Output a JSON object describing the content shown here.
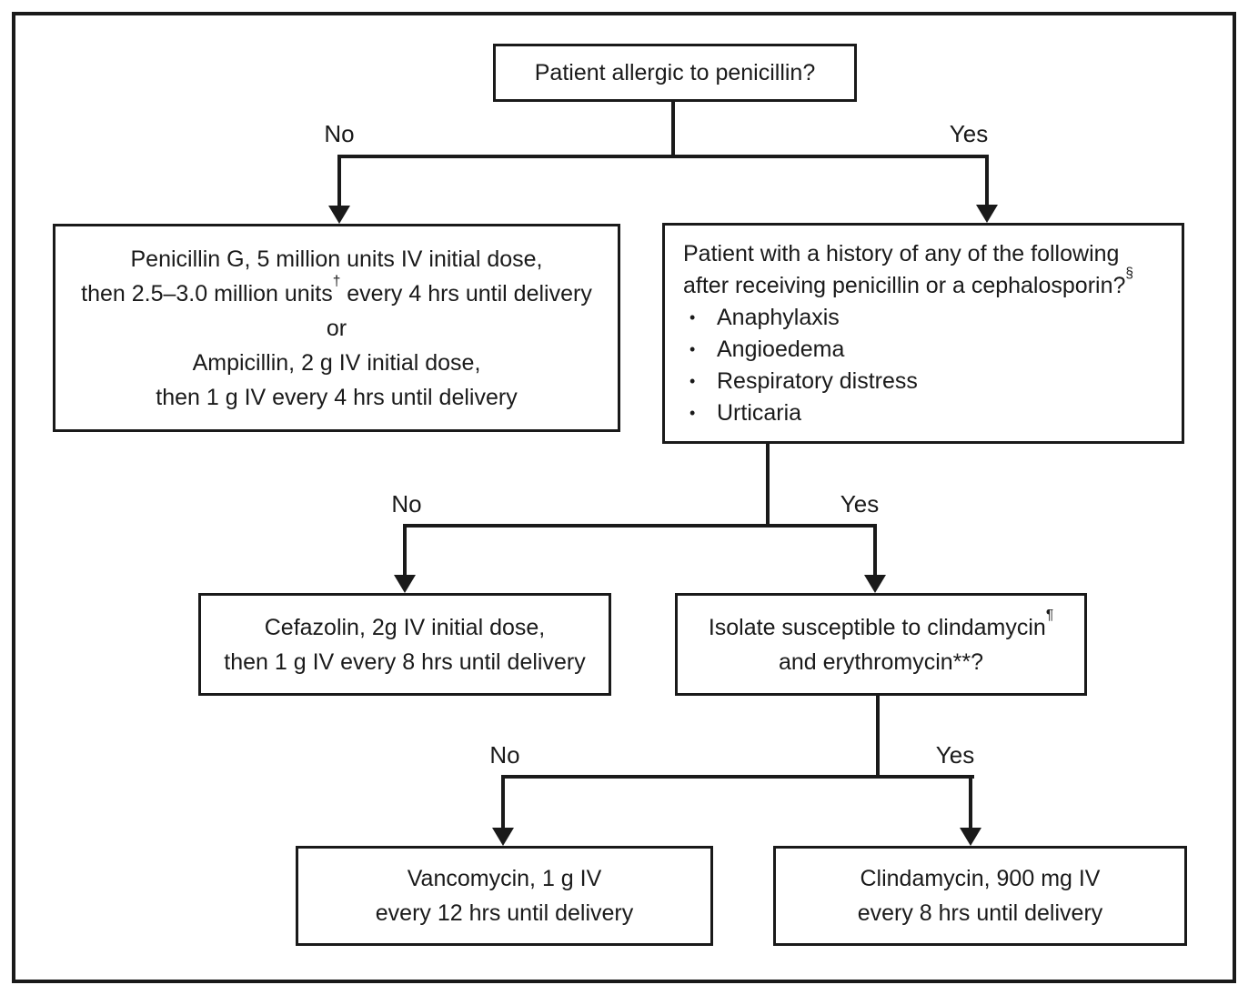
{
  "diagram": {
    "top_box": {
      "text": "Patient allergic to penicillin?"
    },
    "edge_labels": {
      "r1_no": "No",
      "r1_yes": "Yes",
      "r2_no": "No",
      "r2_yes": "Yes",
      "r3_no": "No",
      "r3_yes": "Yes"
    },
    "penicillin_box": {
      "line1": "Penicillin G, 5 million units IV initial dose,",
      "line2_pre": "then 2.5–3.0 million units",
      "line2_sup": "†",
      "line2_post": " every 4 hrs until delivery",
      "line3": "or",
      "line4": "Ampicillin, 2 g IV initial dose,",
      "line5": "then 1 g IV every 4 hrs until delivery"
    },
    "history_box": {
      "line1": "Patient with a history of any of the following",
      "line2_pre": "after receiving penicillin or a cephalosporin?",
      "line2_sup": "§",
      "bullet_char": "•",
      "bullets": [
        "Anaphylaxis",
        "Angioedema",
        "Respiratory distress",
        "Urticaria"
      ]
    },
    "cefazolin_box": {
      "line1": "Cefazolin, 2g IV initial dose,",
      "line2": "then 1 g IV every 8 hrs until delivery"
    },
    "isolate_box": {
      "line1_pre": "Isolate susceptible to clindamycin",
      "line1_sup": "¶",
      "line2": "and erythromycin**?"
    },
    "vancomycin_box": {
      "line1": "Vancomycin, 1 g IV",
      "line2": "every 12 hrs until delivery"
    },
    "clindamycin_box": {
      "line1": "Clindamycin, 900 mg IV",
      "line2": "every 8 hrs until delivery"
    }
  }
}
